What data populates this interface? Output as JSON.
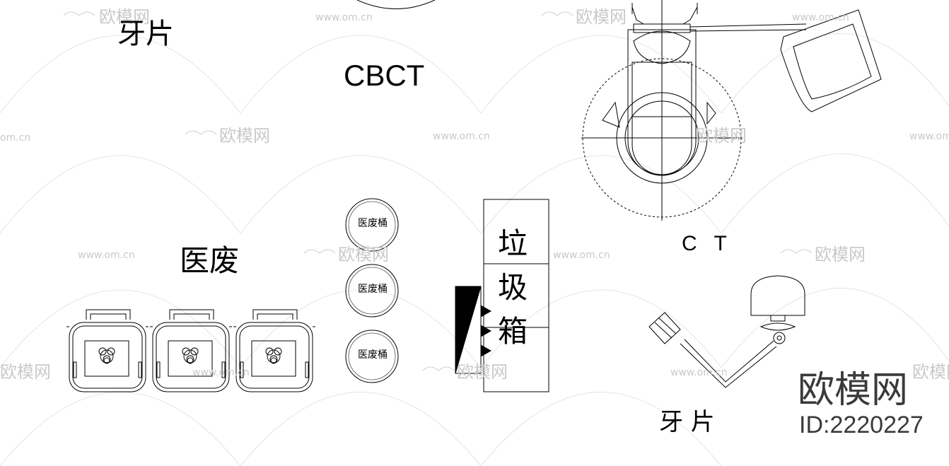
{
  "labels": {
    "tooth_film_top": "牙片",
    "cbct": "CBCT",
    "ct": "C T",
    "medical_waste": "医废",
    "bin_label": "医废桶",
    "trash_char_1": "垃",
    "trash_char_2": "圾",
    "trash_char_3": "箱",
    "tooth_film_bottom": "牙 片"
  },
  "watermark": {
    "brand": "欧模网",
    "id_text": "ID:2220227",
    "url": "www.om.cn",
    "url_fragment": "om.cn"
  },
  "colors": {
    "line": "#000000",
    "watermark": "#c9c9c9",
    "watermark_brand": "#3a3a3a"
  }
}
